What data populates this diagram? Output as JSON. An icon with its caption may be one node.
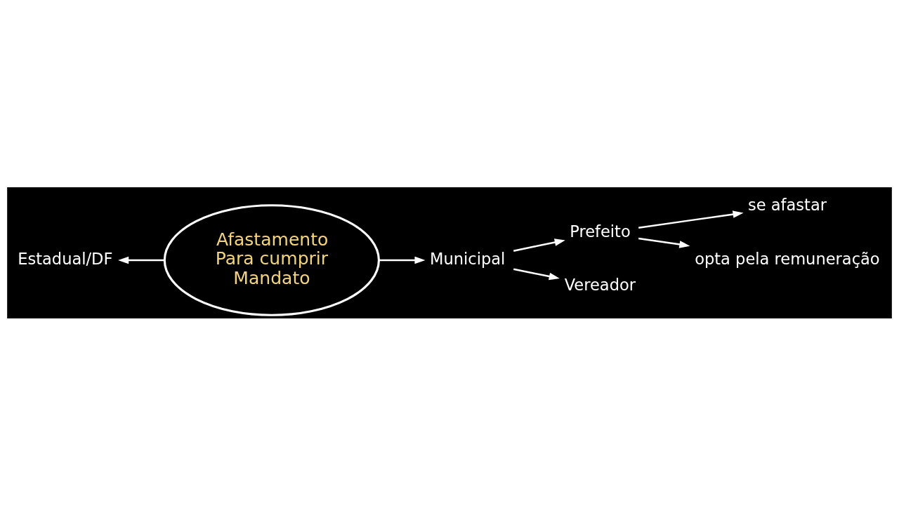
{
  "diagram": {
    "nodes": [
      {
        "text": [
          "Estadual/DF"
        ]
      },
      {
        "text": [
          "Afastamento Para cumprir Mandato"
        ]
      },
      {
        "text": [
          "Municipal"
        ]
      },
      {
        "text": [
          "Prefeito"
        ]
      },
      {
        "text": [
          "se afastar"
        ]
      },
      {
        "text": [
          "opta pela remuneração"
        ]
      },
      {
        "text": [
          "Vereador"
        ]
      }
    ],
    "edges": [
      {
        "from": 1,
        "to": 0,
        "arrow": "to"
      },
      {
        "from": 1,
        "to": 2,
        "arrow": "to"
      },
      {
        "from": 2,
        "to": 3,
        "arrow": "to"
      },
      {
        "from": 2,
        "to": 6,
        "arrow": "to"
      },
      {
        "from": 3,
        "to": 4,
        "arrow": "to"
      },
      {
        "from": 3,
        "to": 5,
        "arrow": "to"
      }
    ]
  }
}
